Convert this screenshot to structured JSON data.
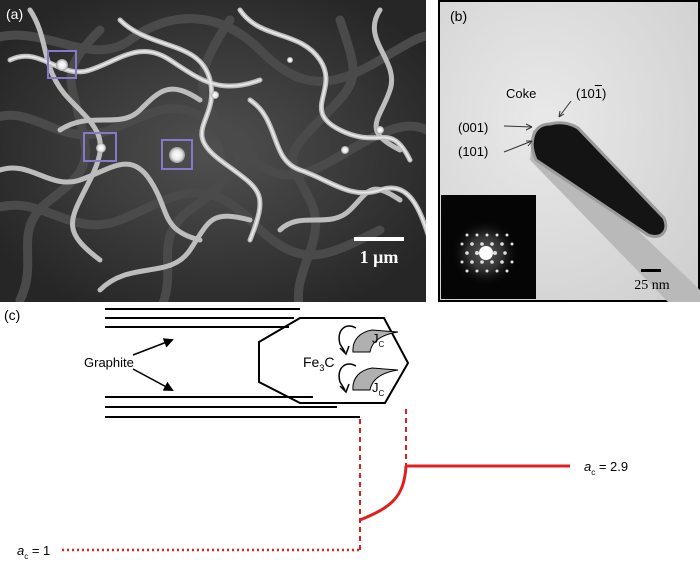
{
  "panel_a": {
    "label": "(a)",
    "scale_text": "1 μm"
  },
  "panel_b": {
    "label": "(b)",
    "coke": "Coke",
    "plane_101bar_pre": "(10",
    "plane_101bar_bar": "1",
    "plane_101bar_post": ")",
    "plane_001": "(001)",
    "plane_101": "(101)",
    "scale_text": "25 nm"
  },
  "panel_c": {
    "label": "(c)",
    "graphite": "Graphite",
    "fe3c_main": "Fe",
    "fe3c_sub": "3",
    "fe3c_tail": "C",
    "jc_main": "J",
    "jc_sub": "C",
    "ac_high_main": "a",
    "ac_high_sub": "c",
    "ac_high_value": " = 2.9",
    "ac_low_main": "a",
    "ac_low_sub": "c",
    "ac_low_value": " = 1"
  },
  "colors": {
    "sem_background": "#3a3a3a",
    "tem_background": "#d6d6d6",
    "box_outline": "#8878c8",
    "red_line": "#e02020"
  }
}
